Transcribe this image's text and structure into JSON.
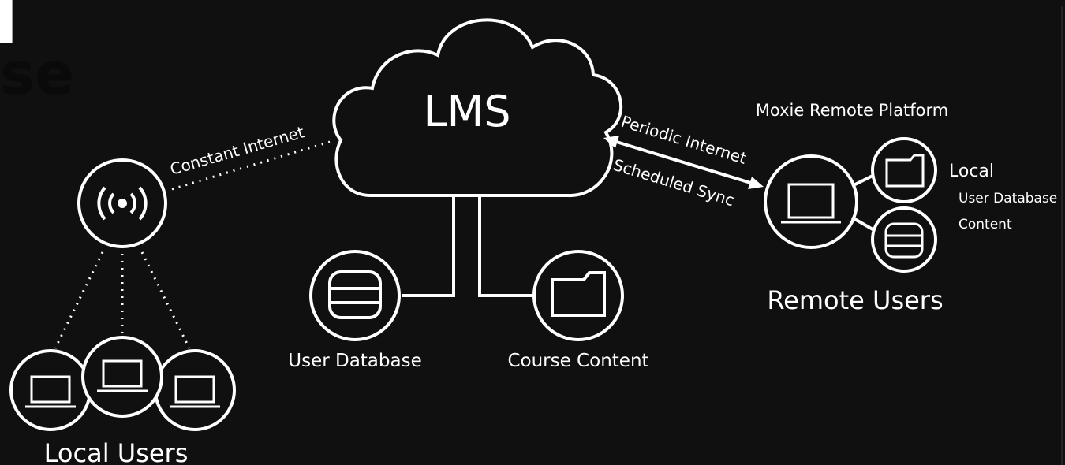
{
  "page": {
    "title_fragment": "se"
  },
  "colors": {
    "background": "#111010",
    "foreground": "#ffffff",
    "page": "#ffffff"
  },
  "cloud": {
    "label": "LMS"
  },
  "links": {
    "constant": "Constant Internet",
    "periodic": "Periodic Internet",
    "scheduled": "Scheduled Sync"
  },
  "nodes": {
    "user_database": "User Database",
    "course_content": "Course Content",
    "local_users": "Local Users",
    "remote_users": "Remote Users",
    "moxie_platform": "Moxie Remote Platform",
    "local": "Local",
    "local_user_database": "User Database",
    "local_content": "Content"
  },
  "icons": {
    "wireless": "wireless-access-point-icon",
    "database": "database-icon",
    "folder": "folder-icon",
    "laptop": "laptop-icon"
  }
}
